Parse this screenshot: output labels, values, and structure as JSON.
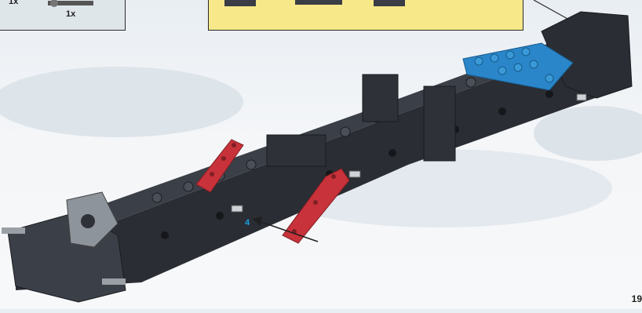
{
  "parts_box": {
    "items": [
      {
        "qty": "1x",
        "icon": "hub-icon"
      },
      {
        "qty": "1x",
        "icon": "axle-icon"
      }
    ]
  },
  "callout": {
    "note": ""
  },
  "model": {
    "pin_count_label": "4",
    "colors": {
      "dark": "#2a2d33",
      "blue": "#2a86c8",
      "red": "#c8323a",
      "gray": "#8e949b"
    }
  },
  "page": {
    "number": "19"
  }
}
